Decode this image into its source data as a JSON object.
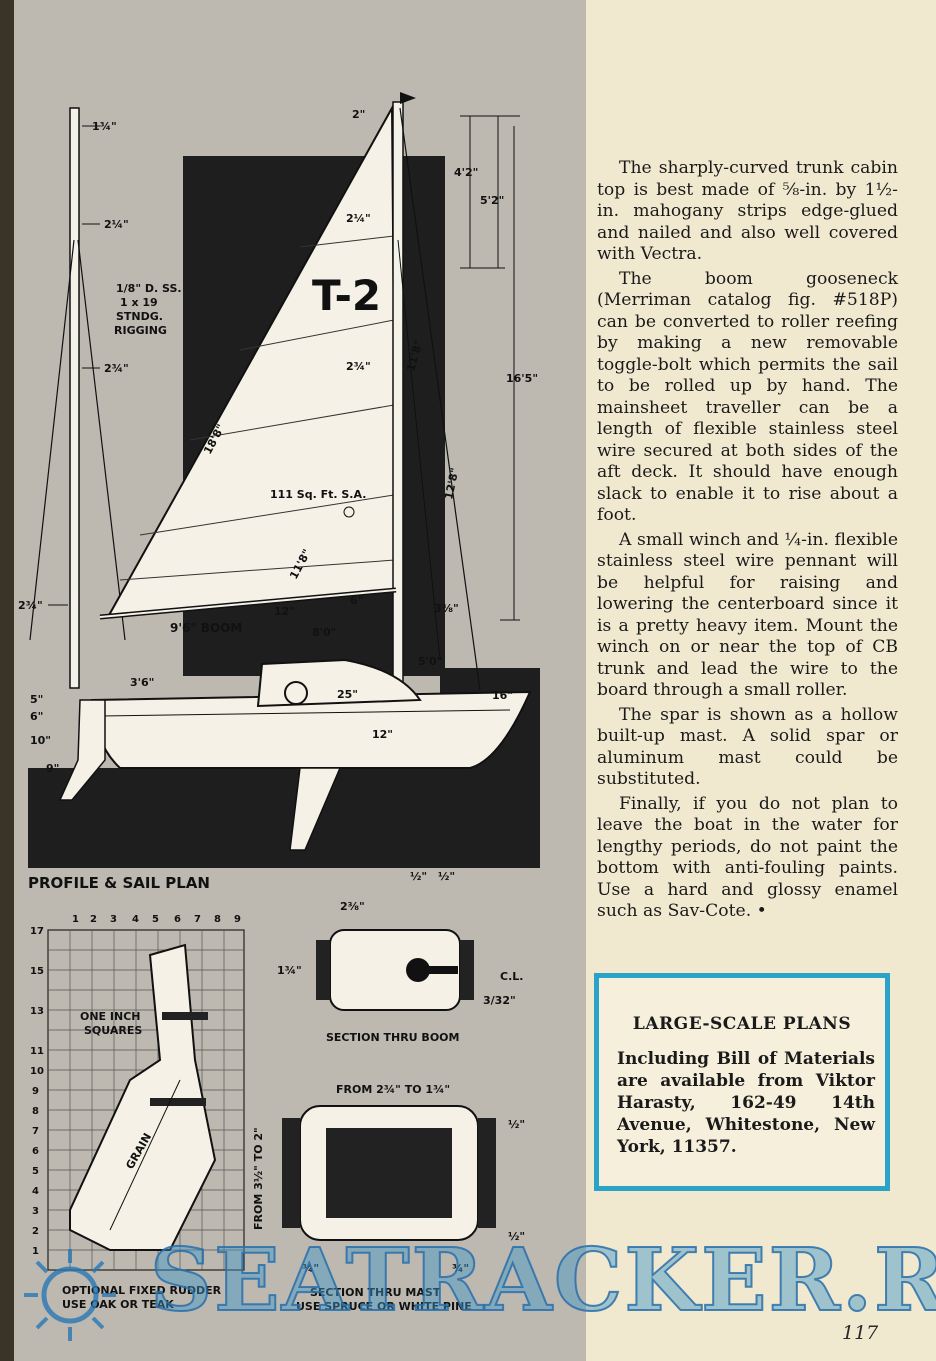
{
  "labels": {
    "profile_title": "PROFILE & SAIL PLAN",
    "sail_number": "T-2",
    "sail_area": "111 Sq. Ft. S.A.",
    "boom_label": "9'6\" BOOM",
    "rigging_1": "1/8\" D. SS.",
    "rigging_2": "1 x 19",
    "rigging_3": "STNDG.",
    "rigging_4": "RIGGING",
    "dims": {
      "d_1_3_4_top": "1¾\"",
      "d_2_1_4_left": "2¼\"",
      "d_2_3_4_left": "2¾\"",
      "d_2_3_4_low": "2¾\"",
      "d_2_top": "2\"",
      "d_4_2": "4'2\"",
      "d_5_2": "5'2\"",
      "d_16_5": "16'5\"",
      "d_2_1_4_sail": "2¼\"",
      "d_2_3_4_sail": "2¾\"",
      "d_11_8_luff": "11'8\"",
      "d_18_8": "18'8\"",
      "d_12_8": "12'8\"",
      "d_11_8_foot": "11'8\"",
      "d_6": "6\"",
      "d_12": "12\"",
      "d_3_3_8": "3⅜\"",
      "d_8_0": "8'0\"",
      "d_5_0": "5'0\"",
      "d_3_6": "3'6\"",
      "d_25": "25\"",
      "d_16": "16\"",
      "d_12_keel": "12\"",
      "d_5": "5\"",
      "d_6_side": "6\"",
      "d_10": "10\"",
      "d_9": "9\""
    },
    "grid_x": [
      "1",
      "2",
      "3",
      "4",
      "5",
      "6",
      "7",
      "8",
      "9"
    ],
    "grid_y": [
      "17",
      "15",
      "13",
      "11",
      "10",
      "9",
      "8",
      "7",
      "6",
      "5",
      "4",
      "3",
      "2",
      "1"
    ],
    "one_inch_1": "ONE INCH",
    "one_inch_2": "SQUARES",
    "grain": "GRAIN",
    "rudder_1": "OPTIONAL FIXED RUDDER",
    "rudder_2": "USE OAK OR TEAK",
    "boom_section": "SECTION THRU BOOM",
    "boom_w": "2⅜\"",
    "boom_h": "1¾\"",
    "boom_half1": "½\"",
    "boom_half2": "½\"",
    "boom_cl": "C.L.",
    "boom_332": "3/32\"",
    "mast_top": "FROM 2¾\" TO 1¾\"",
    "mast_side": "FROM 3½\" TO 2\"",
    "mast_half1": "½\"",
    "mast_half2": "½\"",
    "mast_34a": "¾\"",
    "mast_34b": "¾\"",
    "mast_1": "SECTION THRU MAST",
    "mast_2": "USE SPRUCE OR WHITE PINE"
  },
  "article": {
    "p1": "The sharply-curved trunk cabin top is best made of ⅝-in. by 1½-in. mahogany strips edge-glued and nailed and also well covered with Vectra.",
    "p2": "The boom gooseneck (Merriman catalog fig. #518P) can be converted to roller reefing by making a new removable toggle-bolt which permits the sail to be rolled up by hand. The mainsheet traveller can be a length of flexible stainless steel wire secured at both sides of the aft deck. It should have enough slack to enable it to rise about a foot.",
    "p3": "A small winch and ¼-in. flexible stainless steel wire pennant will be helpful for raising and lowering the centerboard since it is a pretty heavy item. Mount the winch on or near the top of CB trunk and lead the wire to the board through a small roller.",
    "p4": "The spar is shown as a hollow built-up mast. A solid spar or aluminum mast could be substituted.",
    "p5": "Finally, if you do not plan to leave the boat in the water for lengthy periods, do not paint the bottom with anti-fouling paints. Use a hard and glossy enamel such as Sav-Cote. •"
  },
  "plans_box": {
    "title": "LARGE-SCALE PLANS",
    "text": "Including Bill of Materials are available from Viktor Harasty, 162-49 14th Avenue, Whitestone, New York, 11357."
  },
  "page_number": "117",
  "watermark": "SEATRACKER.RU",
  "colors": {
    "box_border": "#2aa3c6",
    "panel": "#bdb9b1",
    "paper": "#f1e8d0",
    "ink": "#111111"
  }
}
